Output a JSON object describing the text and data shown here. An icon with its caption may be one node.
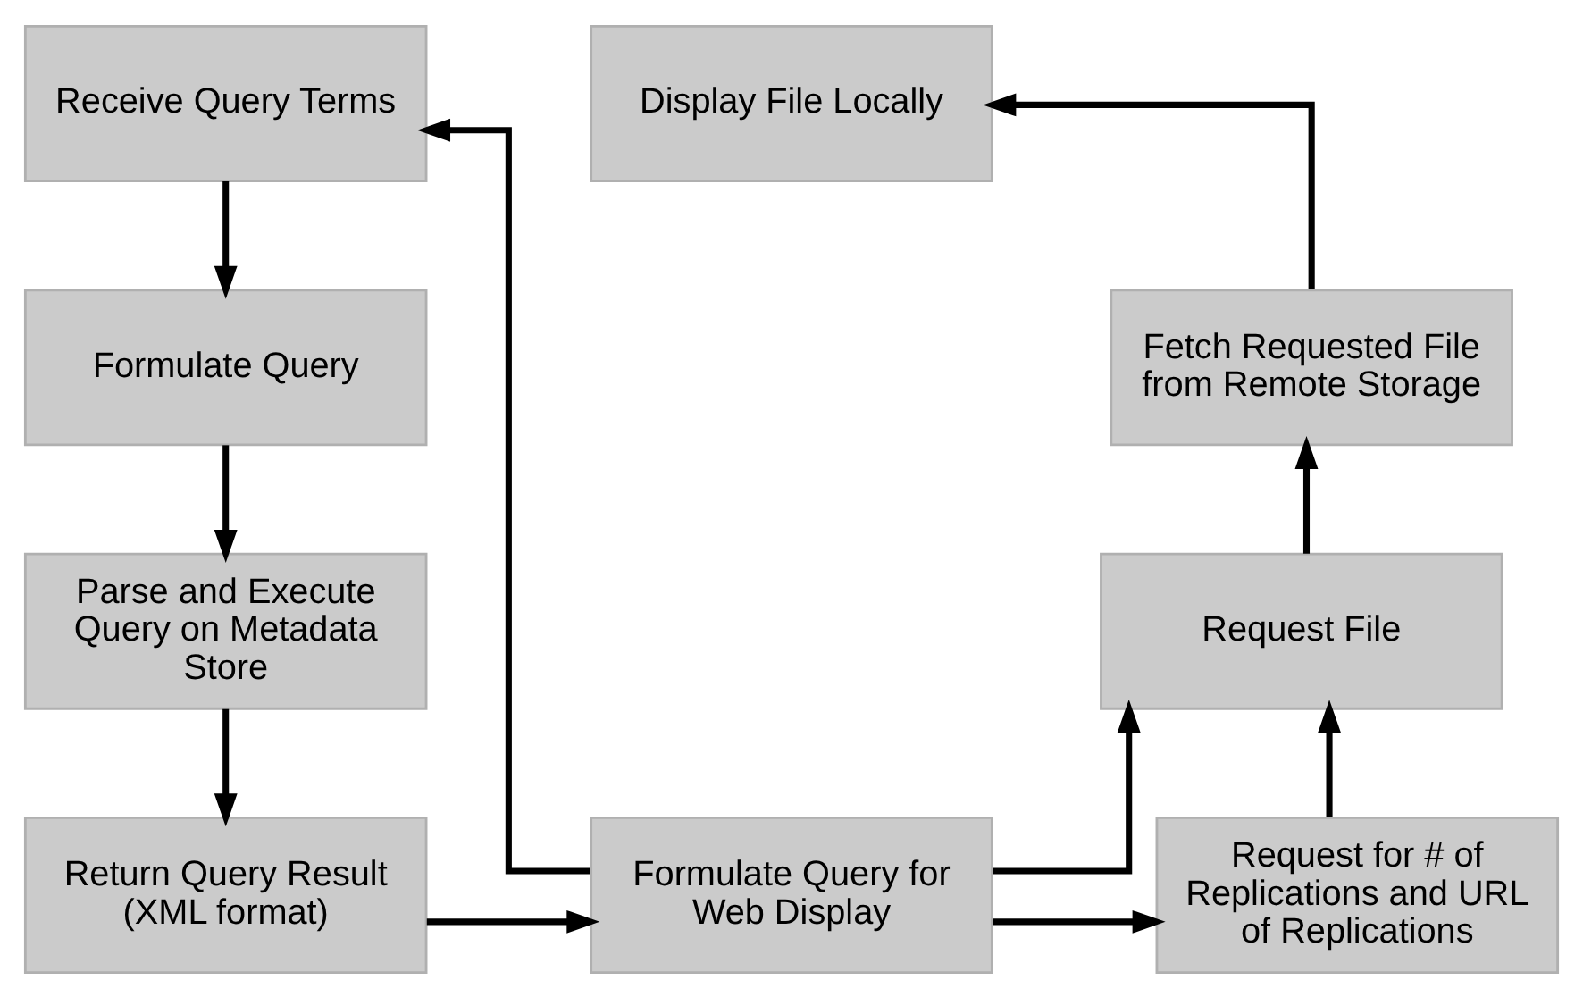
{
  "diagram": {
    "nodes": [
      {
        "text": [
          "Receive Query Terms"
        ]
      },
      {
        "text": [
          "Formulate Query"
        ]
      },
      {
        "text": [
          "Parse and Execute Query on Metadata Store"
        ]
      },
      {
        "text": [
          "Return Query Result (XML format)"
        ]
      },
      {
        "text": [
          "Display File Locally"
        ]
      },
      {
        "text": [
          "Fetch Requested File from Remote Storage"
        ]
      },
      {
        "text": [
          "Request File"
        ]
      },
      {
        "text": [
          "Formulate Query for Web Display"
        ]
      },
      {
        "text": [
          "Request for # of Replications and URL of Replications"
        ]
      }
    ],
    "edges": [
      {
        "from": 0,
        "to": 1,
        "arrow": "to"
      },
      {
        "from": 1,
        "to": 2,
        "arrow": "to"
      },
      {
        "from": 2,
        "to": 3,
        "arrow": "to"
      },
      {
        "from": 3,
        "to": 7,
        "arrow": "to"
      },
      {
        "from": 7,
        "to": 6,
        "arrow": "to"
      },
      {
        "from": 6,
        "to": 5,
        "arrow": "to"
      },
      {
        "from": 5,
        "to": 4,
        "arrow": "to"
      },
      {
        "from": 7,
        "to": 8,
        "arrow": "to"
      },
      {
        "from": 8,
        "to": 6,
        "arrow": "to"
      },
      {
        "from": 7,
        "to": 0,
        "arrow": "to"
      }
    ]
  }
}
